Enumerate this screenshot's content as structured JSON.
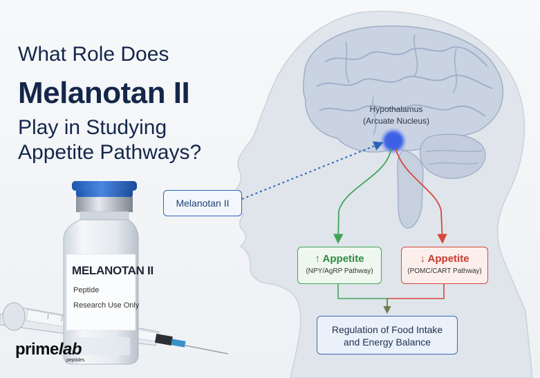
{
  "title": {
    "line1": "What Role Does",
    "line2": "Melanotan II",
    "line3": "Play in Studying",
    "line4": "Appetite Pathways?"
  },
  "hypothalamus": {
    "name": "Hypothalamus",
    "region": "(Arcuate Nucleus)"
  },
  "melanotan_label": "Melanotan II",
  "up_pathway": {
    "title": "↑ Appetite",
    "subtitle": "(NPY/AgRP Pathway)"
  },
  "down_pathway": {
    "title": "↓ Appetite",
    "subtitle": "(POMC/CART Pathway)"
  },
  "regulation": {
    "line1": "Regulation of Food Intake",
    "line2": "and Energy Balance"
  },
  "vial": {
    "name": "MELANOTAN II",
    "type": "Peptide",
    "usage": "Research Use Only"
  },
  "logo": {
    "prime": "prime",
    "lab": "lab",
    "sub": "peptides"
  },
  "colors": {
    "title": "#14274a",
    "up": "#3fa457",
    "down": "#d6473b",
    "arrow": "#2a64b8",
    "vial_cap": "#2f6fc9"
  }
}
